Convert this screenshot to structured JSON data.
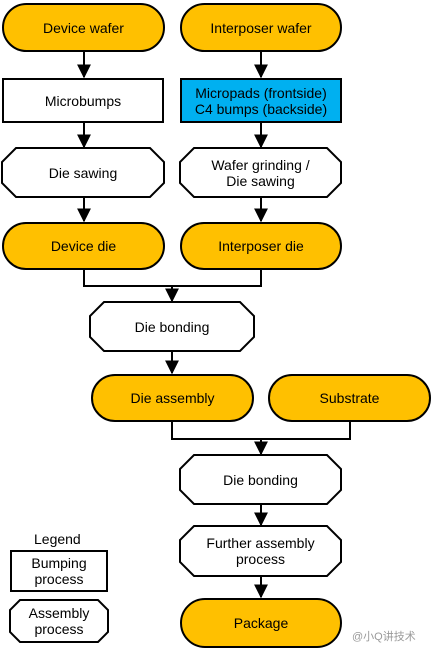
{
  "nodes": {
    "device_wafer": "Device wafer",
    "interposer_wafer": "Interposer wafer",
    "microbumps": "Microbumps",
    "micropads": "Micropads (frontside)\nC4 bumps (backside)",
    "die_sawing": "Die sawing",
    "wafer_grinding": "Wafer grinding /\nDie sawing",
    "device_die": "Device die",
    "interposer_die": "Interposer die",
    "die_bonding_1": "Die bonding",
    "die_assembly": "Die assembly",
    "substrate": "Substrate",
    "die_bonding_2": "Die bonding",
    "further_assembly": "Further assembly\nprocess",
    "package": "Package"
  },
  "legend": {
    "title": "Legend",
    "bumping": "Bumping\nprocess",
    "assembly": "Assembly\nprocess"
  },
  "watermark": "@小Q讲技术",
  "colors": {
    "orange": "#ffc000",
    "blue": "#00b0f0",
    "line": "#000000"
  }
}
